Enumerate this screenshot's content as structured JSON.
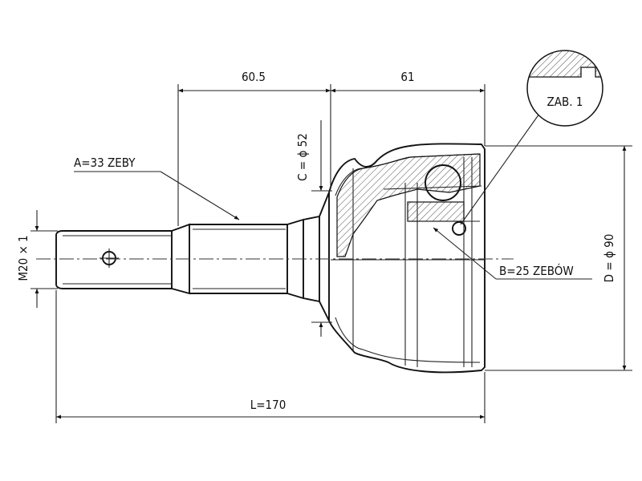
{
  "drawing": {
    "dim_top_left": "60.5",
    "dim_top_right": "61",
    "dim_c": "C = ϕ 52",
    "dim_d": "D = ϕ 90",
    "dim_m": "M20 × 1",
    "dim_l": "L=170",
    "label_a": "A=33 ZEBY",
    "label_b": "B=25 ZEBÓW",
    "detail_label": "ZAB. 1"
  }
}
